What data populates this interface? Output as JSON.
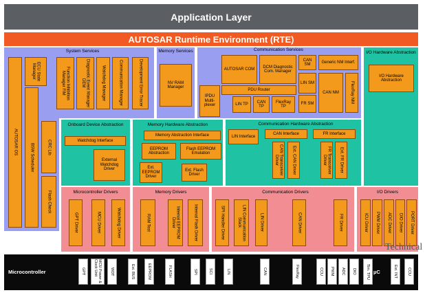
{
  "application_layer": "Application Layer",
  "rte": "AUTOSAR Runtime Environment (RTE)",
  "system_services": {
    "title": "System Services",
    "autosar_os": "AUTOSAR OS",
    "ecu_state_manager": "ECU State Manager",
    "bsw_scheduler": "BSW Scheduler",
    "function_inhibition_manager": "Function Inhibition Manager FIM",
    "diagnostic_event_manager": "Diagnostic Event Manager DEM",
    "watchdog_manager": "Watchdog Manager",
    "communication_manager": "Communication Manager",
    "development_error_tracer": "Development Error Tracer",
    "crc_lib": "CRC Lib",
    "flash_check": "Flash Check"
  },
  "memory_services": {
    "title": "Memory Services",
    "nvram_manager": "NV RAM Manager"
  },
  "communication_services": {
    "title": "Communication Services",
    "autosar_com": "AUTOSAR COM",
    "dcm": "DCM Diagnostic Com. Manager",
    "can_sm": "CAN SM",
    "generic_nm": "Generic NM Interf.",
    "lin_sm": "LIN SM",
    "can_nm": "CAN NM",
    "flexray_nm": "FlexRay NM",
    "ipdu_multiplexer": "IPDU Multi- plexer",
    "pdu_router": "PDU Router",
    "lin_tp": "LIN TP",
    "can_tp": "CAN TP",
    "flexray_tp": "FlexRay TP",
    "fr_sm": "FR SM"
  },
  "io_hardware_abstraction": {
    "title": "I/O Hardware Abstraction",
    "box": "I/O Hardware Abstraction"
  },
  "onboard_device_abstraction": {
    "title": "Onboard Device Abstraction",
    "watchdog_interface": "Watchdog Interface",
    "external_watchdog_driver": "External Watchdog Driver"
  },
  "memory_hardware_abstraction": {
    "title": "Memory Hardware Abstraction",
    "memory_abstraction_interface": "Memory Abstraction Interface",
    "eeprom_abstraction": "EEPROM Abstraction",
    "flash_eeprom_emulation": "Flash EEPROM Emulation",
    "ext_eeprom_driver": "Ext. EEPROM Driver",
    "ext_flash_driver": "Ext. Flash Driver"
  },
  "communication_hardware_abstraction": {
    "title": "Communication Hardware Abstraction",
    "lin_interface": "LIN Interface",
    "can_interface": "CAN Interface",
    "fr_interface": "FR Interface",
    "can_transceiver_driver": "CAN Transceiver Driver",
    "ext_can_driver": "Ext. CAN Driver",
    "fr_transceiver_driver": "FR Transceiver Driver",
    "ext_fr_driver": "Ext. FR Driver"
  },
  "microcontroller_drivers": {
    "title": "Microcontroller Drivers",
    "gpt_driver": "GPT Driver",
    "mcu_driver": "MCU Driver",
    "watchdog_driver": "Watchdog Driver"
  },
  "memory_drivers": {
    "title": "Memory Drivers",
    "ram_test": "RAM Test",
    "internal_eeprom_driver": "Internal EEPROM Driver",
    "internal_flash_driver": "Internal Flash Driver"
  },
  "communication_drivers": {
    "title": "Communication Drivers",
    "spi_handler_driver": "SPI Handler Driver",
    "lin_communication_stack": "LIN Communication Stack",
    "lin_driver": "LIN Driver",
    "can_driver": "CAN Driver",
    "fr_driver": "FR Driver"
  },
  "io_drivers": {
    "title": "I/O Drivers",
    "icu_driver": "ICU Driver",
    "pwm_driver": "PWM Driver",
    "adc_driver": "ADC Driver",
    "dio_driver": "DIO Driver",
    "port_driver": "PORT Driver"
  },
  "microcontroller": {
    "label": "Microcontroller",
    "uc": "µC",
    "chips": [
      "GPT",
      "MCU Power & Clock Unit",
      "WDT",
      "Ext. BUS",
      "EEPROM",
      "FLASH",
      "SPI",
      "SCI",
      "LIN",
      "CAN",
      "FlexRay",
      "CCU",
      "PWM",
      "ADC",
      "DIO",
      "Tim. TPU",
      "Ext. INT",
      "CCU"
    ]
  },
  "watermark": "Technical"
}
